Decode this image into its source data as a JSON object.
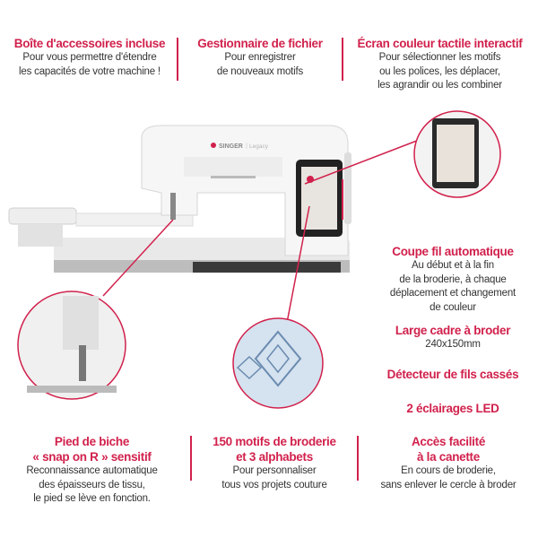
{
  "colors": {
    "accent": "#d1214c",
    "text": "#333333"
  },
  "machine": {
    "brand": "SINGER",
    "model": "Legacy"
  },
  "top": [
    {
      "title": "Boîte d'accessoires incluse",
      "lines": [
        "Pour vous permettre d'étendre",
        "les capacités de votre machine !"
      ]
    },
    {
      "title": "Gestionnaire de fichier",
      "lines": [
        "Pour enregistrer",
        "de nouveaux motifs"
      ]
    },
    {
      "title": "Écran couleur tactile interactif",
      "lines": [
        "Pour sélectionner les motifs",
        "ou les polices, les déplacer,",
        "les agrandir ou les combiner"
      ]
    }
  ],
  "right": [
    {
      "title": "Coupe fil automatique",
      "lines": [
        "Au début et à la fin",
        "de la broderie, à chaque",
        "déplacement et changement",
        "de couleur"
      ]
    },
    {
      "title": "Large cadre à broder",
      "lines": [
        "240x150mm"
      ]
    },
    {
      "title": "Détecteur de fils cassés",
      "lines": []
    },
    {
      "title": "2 éclairages LED",
      "lines": []
    }
  ],
  "bottom": [
    {
      "title": [
        "Pied de biche",
        "« snap on R » sensitif"
      ],
      "lines": [
        "Reconnaissance automatique",
        "des épaisseurs de tissu,",
        "le pied se lève en fonction."
      ]
    },
    {
      "title": [
        "150 motifs de broderie",
        "et 3 alphabets"
      ],
      "lines": [
        "Pour personnaliser",
        "tous vos projets couture"
      ]
    },
    {
      "title": [
        "Accès facilité",
        "à la canette"
      ],
      "lines": [
        "En cours de broderie,",
        "sans enlever le cercle à broder"
      ]
    }
  ]
}
